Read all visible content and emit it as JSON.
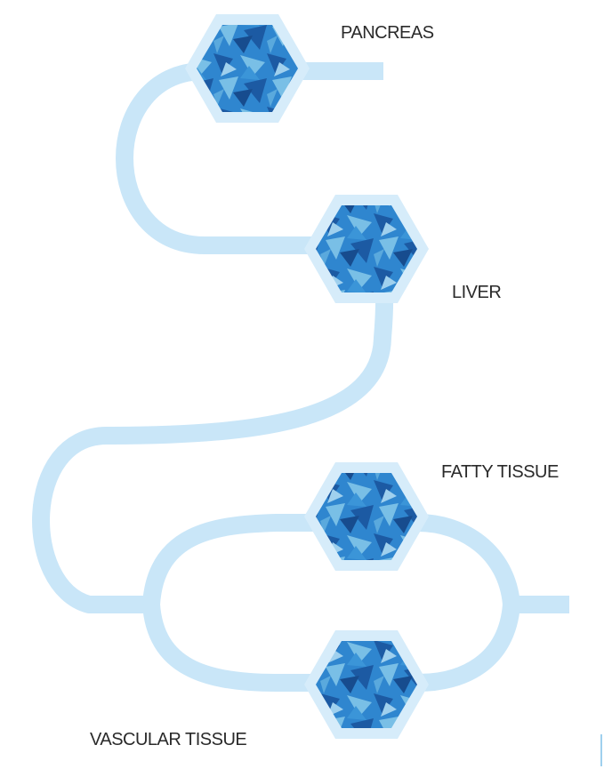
{
  "organs": [
    {
      "id": "pancreas",
      "label": "PANCREAS"
    },
    {
      "id": "liver",
      "label": "LIVER"
    },
    {
      "id": "fatty-tissue",
      "label": "FATTY TISSUE"
    },
    {
      "id": "vascular-tissue",
      "label": "VASCULAR TISSUE"
    }
  ],
  "colors": {
    "channel": "#c9e6f8",
    "hexagon_border": "#d6ecfa",
    "tissue_dark": "#1c5aa3",
    "tissue_mid": "#2f86cf",
    "tissue_light": "#79bfe6",
    "label_text": "#2a2a2a"
  }
}
